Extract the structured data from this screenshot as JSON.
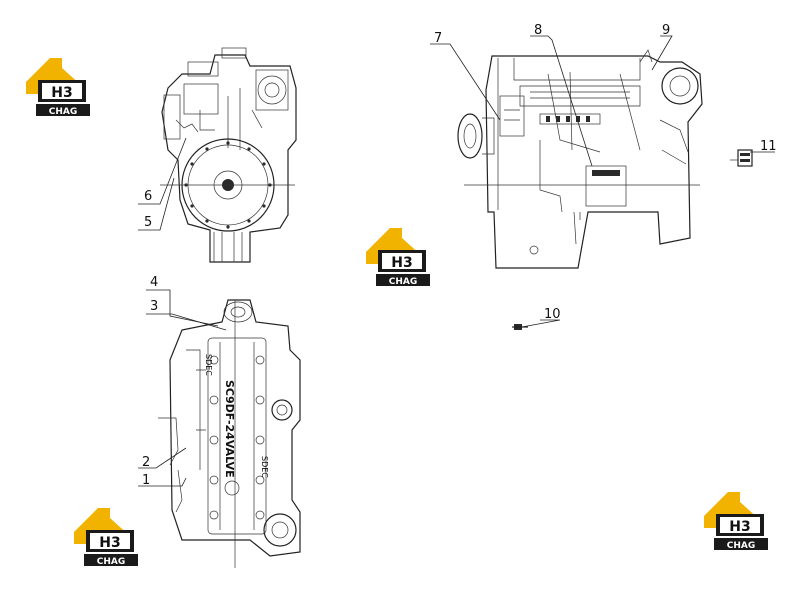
{
  "engine_label": "SC9DF-24VALVE",
  "engine_label_short": "SDEC",
  "logo": {
    "badge_text": "H3",
    "sub_text": "CHAG",
    "roof_color": "#f2b300",
    "dark_color": "#1a1a1a"
  },
  "callouts": {
    "c1": "1",
    "c2": "2",
    "c3": "3",
    "c4": "4",
    "c5": "5",
    "c6": "6",
    "c7": "7",
    "c8": "8",
    "c9": "9",
    "c10": "10",
    "c11": "11"
  }
}
